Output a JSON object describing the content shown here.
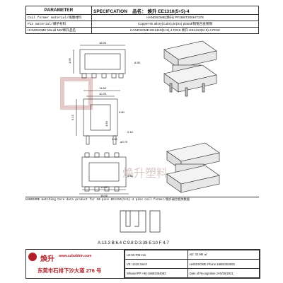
{
  "header": {
    "parameter_label": "PARAMETER",
    "specification_label": "SPECIFCATION",
    "product_name_label": "品名：",
    "product_name_value": "焕升 EE1310(5+5)-4",
    "rows": [
      {
        "label": "Coil former material/线圈材料",
        "value": "HANDSOME(焕升)   PF268/T200H/T378"
      },
      {
        "label": "Pin material/脚子材料",
        "value": "Copper-tin allory(Cubn),tin(Sn) plated/铜锡合金镀锡"
      },
      {
        "label": "HANDSOME Mould NO/焕升品名",
        "value": "HANDSOME-EE1310(5+5)-4 PINS    焕升-EE1310(5+5)-4 PINS"
      }
    ]
  },
  "drawing_dims": {
    "d1": "16.00",
    "d2": "1.95",
    "d3": "6.55",
    "d4": "11.60",
    "d5": "10.20",
    "d6": "0.80",
    "d7": "9.12",
    "d8": "3.60",
    "d9": "1.50",
    "d10": "2.10",
    "d11": "ø0.70",
    "d12": "13.00",
    "d13": "15.00",
    "d14": "0.65"
  },
  "caption": "HANDSOME matching Core data  product for 10-pins EE1310(5+5)-4 pins coil former/焕升磁芯相关数据",
  "core_dims": "A:13.3 B:6.4 C:9.8 D:3.38 E:10 F 4.7",
  "footer": {
    "brand": "焕升",
    "website": "www.szbobbin.com",
    "address": "东莞市石排下沙大道 276 号",
    "cells": [
      {
        "left": "LE:30.709 mm",
        "right": "AE: 32.9M ㎡"
      },
      {
        "left": "VE: 1010.3mm³",
        "right": "HANDSOME Phone:18682364083"
      },
      {
        "left": "WhatsAPP:+86-18682364083",
        "right": "Date of Recognition:JAN/26/2021"
      }
    ]
  },
  "watermark": "焕升塑料",
  "colors": {
    "accent_red": "#b0202a",
    "line": "#222222"
  }
}
